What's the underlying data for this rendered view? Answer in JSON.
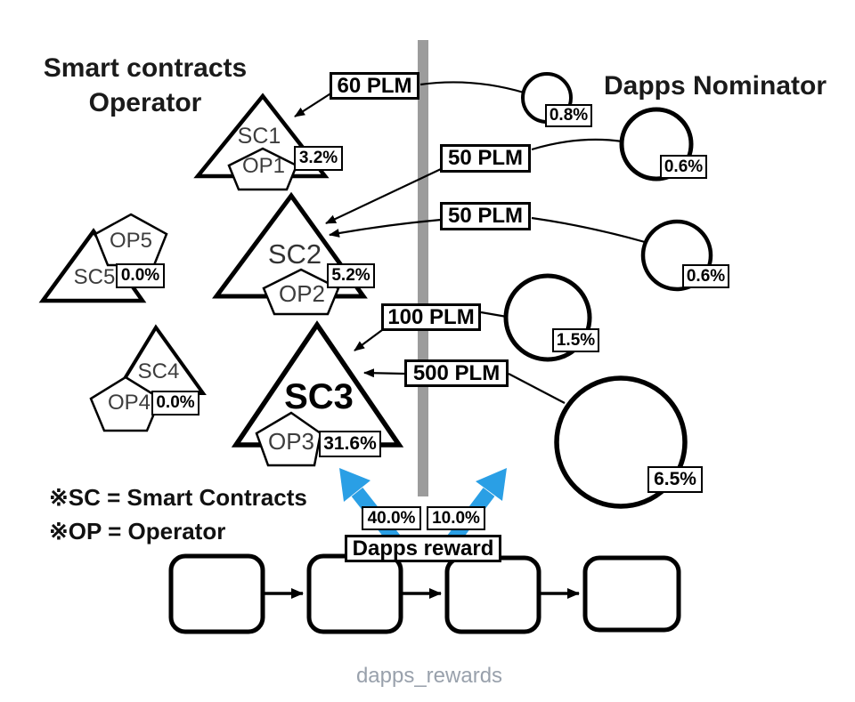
{
  "title_left_1": "Smart contracts",
  "title_left_2": "Operator",
  "title_right": "Dapps Nominator",
  "notes": {
    "sc": "※SC = Smart Contracts",
    "op": "※OP = Operator"
  },
  "footer": "dapps_rewards",
  "contracts": {
    "sc1": {
      "sc": "SC1",
      "op": "OP1",
      "share": "3.2%"
    },
    "sc2": {
      "sc": "SC2",
      "op": "OP2",
      "share": "5.2%"
    },
    "sc3": {
      "sc": "SC3",
      "op": "OP3",
      "share": "31.6%"
    },
    "sc4": {
      "sc": "SC4",
      "op": "OP4",
      "share": "0.0%"
    },
    "sc5": {
      "sc": "SC5",
      "op": "OP5",
      "share": "0.0%"
    }
  },
  "nominator_stakes": {
    "n1": "0.8%",
    "n2": "0.6%",
    "n3": "0.6%",
    "n4": "1.5%",
    "n5": "6.5%"
  },
  "transfers": {
    "t1": "60 PLM",
    "t2": "50 PLM",
    "t3": "50 PLM",
    "t4": "100 PLM",
    "t5": "500 PLM"
  },
  "reward": {
    "label": "Dapps reward",
    "left_share": "40.0%",
    "right_share": "10.0%"
  },
  "colors": {
    "accent_blue": "#2a9fe5",
    "bar_gray": "#9c9c9c",
    "footer_gray": "#99a1ac"
  }
}
